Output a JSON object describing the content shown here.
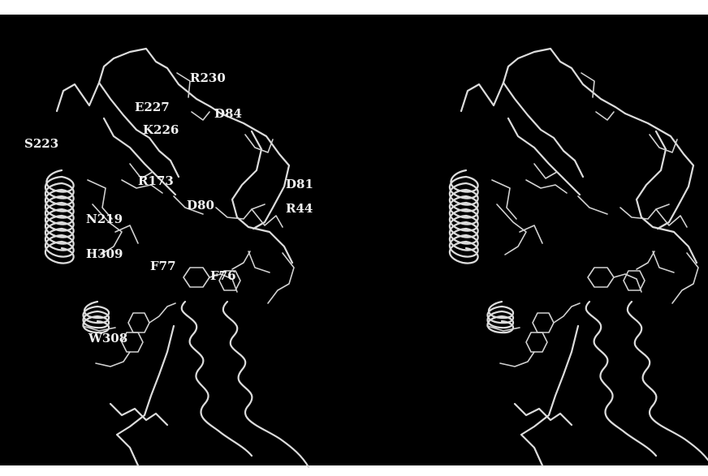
{
  "figure": {
    "panels": [
      "left",
      "right"
    ],
    "labels": [
      {
        "id": "R230",
        "text": "R230"
      },
      {
        "id": "E227",
        "text": "E227"
      },
      {
        "id": "D84",
        "text": "D84"
      },
      {
        "id": "K226",
        "text": "K226"
      },
      {
        "id": "S223",
        "text": "S223"
      },
      {
        "id": "R173",
        "text": "R173"
      },
      {
        "id": "D81",
        "text": "D81"
      },
      {
        "id": "D80",
        "text": "D80"
      },
      {
        "id": "R44",
        "text": "R44"
      },
      {
        "id": "N219",
        "text": "N219"
      },
      {
        "id": "H309",
        "text": "H309"
      },
      {
        "id": "F77",
        "text": "F77"
      },
      {
        "id": "F76",
        "text": "F76"
      },
      {
        "id": "W308",
        "text": "W308"
      }
    ],
    "colors": {
      "background": "#000000",
      "page": "#ffffff",
      "structure": "#dcdcdc",
      "text": "#f2f2f2"
    }
  }
}
